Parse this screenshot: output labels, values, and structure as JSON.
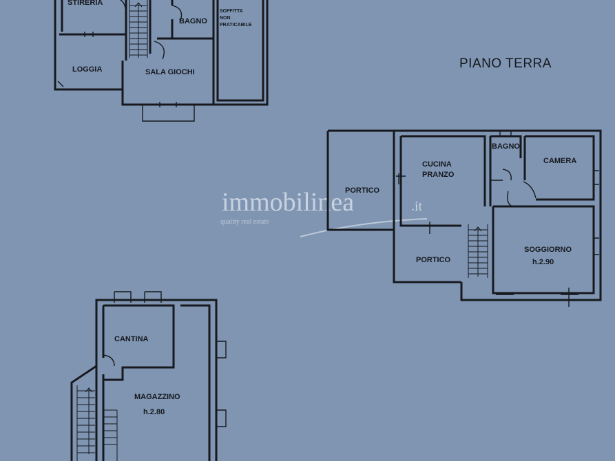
{
  "floor_title": "PIANO TERRA",
  "watermark": {
    "brand": "immobilinea",
    "tld": ".it",
    "tagline": "quality real estate"
  },
  "upper_floor": {
    "stireria": "STIRERIA",
    "bagno": "BAGNO",
    "soffitta_line1": "SOFFITTA",
    "soffitta_line2": "NON",
    "soffitta_line3": "PRATICABILE",
    "loggia": "LOGGIA",
    "sala_giochi": "SALA GIOCHI"
  },
  "ground_floor": {
    "portico_1": "PORTICO",
    "cucina_line1": "CUCINA",
    "cucina_line2": "PRANZO",
    "bagno": "BAGNO",
    "camera": "CAMERA",
    "portico_2": "PORTICO",
    "soggiorno": "SOGGIORNO",
    "soggiorno_height": "h.2.90"
  },
  "basement": {
    "cantina": "CANTINA",
    "magazzino": "MAGAZZINO",
    "magazzino_height": "h.2.80"
  },
  "colors": {
    "background": "#7f95b2",
    "walls": "#17191e",
    "watermark": "#e8edf4"
  }
}
